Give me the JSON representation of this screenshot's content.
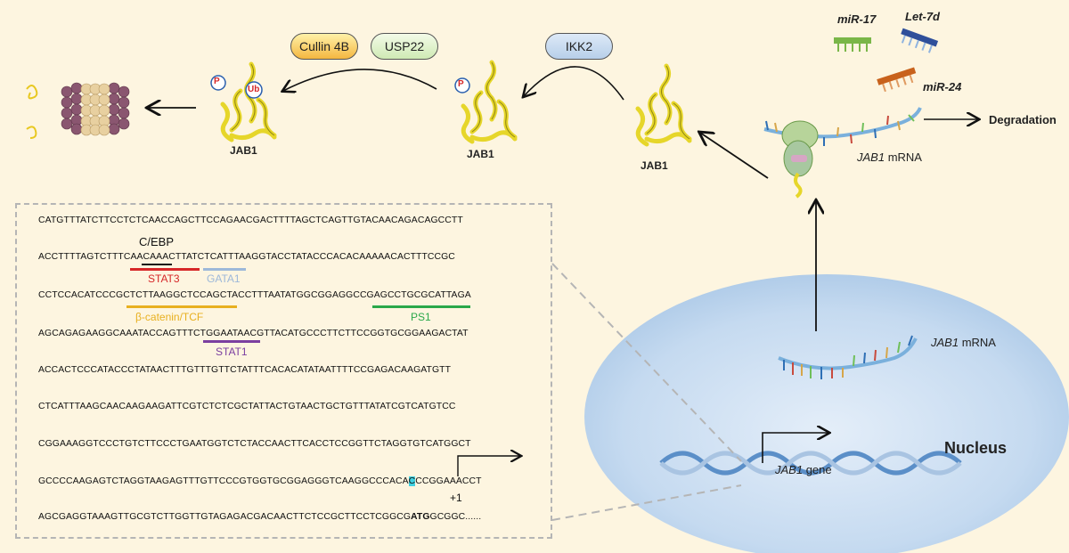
{
  "top": {
    "jab1_labels": [
      "JAB1",
      "JAB1",
      "JAB1"
    ],
    "enzymes": {
      "cullin": "Cullin 4B",
      "usp22": "USP22",
      "ikk2": "IKK2"
    },
    "ptm": {
      "phospho": "P",
      "ubiquitin": "Ub"
    },
    "mirnas": {
      "mir17": "miR-17",
      "let7d": "Let-7d",
      "mir24": "miR-24"
    },
    "mrna_gene_italic": "JAB1",
    "mrna_suffix": " mRNA",
    "degradation": "Degradation"
  },
  "nucleus": {
    "title": "Nucleus",
    "mrna_gene_italic": "JAB1",
    "mrna_suffix": " mRNA",
    "gene_italic": "JAB1",
    "gene_suffix": " gene"
  },
  "sequence": {
    "lines": [
      "CATGTTTATCTTCCTCTCAACCAGCTTCCAGAACGACTTTTAGCTCAGTTGTACAACAGACAGCCTT",
      "ACCTTTTAGTCTTTCAACAAACTTATCTCATTTAAGGTACCTATACCCACACAAAAACACTTTCCGC",
      "CCTCCACATCCCGCTCTTAAGGCTCCAGCTACCTTTAATATGGCGGAGGCCGAGCCTGCGCATTAGA",
      "AGCAGAGAAGGCAAATACCAGTTTCTGGAATAACGTTACATGCCCTTCTTCCGGTGCGGAAGACTAT",
      "ACCACTCCCATACCCTATAACTTTGTTTGTTCTATTTCACACATATAATTTTCCGAGACAAGATGTT",
      "CTCATTTAAGCAACAAGAAGATTCGTCTCTCGCTATTACTGTAACTGCTGTTTATATCGTCATGTCC",
      "CGGAAAGGTCCCTGTCTTCCCTGAATGGTCTCTACCAACTTCACCTCCGGTTCTAGGTGTCATGGCT"
    ],
    "line8_pre": "GCCCCAAGAGTCTAGGTAAGAGTTTGTTCCCGTGGTGCGGAGGGTCAAGGCCCACA",
    "line8_tss": "C",
    "line8_post": "CCGGAAACCT",
    "line9_pre": "AGCGAGGTAAAGTTGCGTCTTGGTTGTAGAGACGACAACTTCTCCGCTTCCTCGGCG",
    "line9_atg": "ATG",
    "line9_post": "GCGGC......",
    "tss_label": "+1",
    "tf_labels": {
      "cebp": "C/EBP",
      "stat3": "STAT3",
      "gata1": "GATA1",
      "betacatenin": "β-catenin/TCF",
      "ps1": "PS1",
      "stat1": "STAT1"
    },
    "tf_colors": {
      "stat3": "#d62728",
      "gata1": "#9db8d9",
      "betacatenin": "#e8b020",
      "ps1": "#2aa84a",
      "stat1": "#7b3fa0",
      "cebp": "#111111"
    }
  }
}
